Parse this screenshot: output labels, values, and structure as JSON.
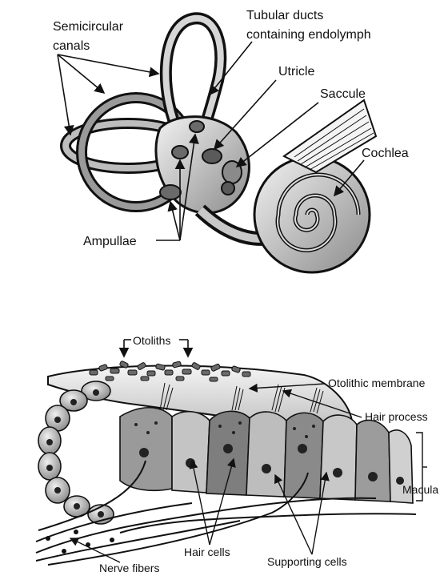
{
  "top_panel": {
    "labels": {
      "semicircular_1": "Semicircular",
      "semicircular_2": "canals",
      "ducts_1": "Tubular ducts",
      "ducts_2": "containing endolymph",
      "utricle": "Utricle",
      "saccule": "Saccule",
      "cochlea": "Cochlea",
      "ampullae": "Ampullae"
    }
  },
  "bottom_panel": {
    "labels": {
      "otoliths": "Otoliths",
      "otolithic_membrane": "Otolithic membrane",
      "hair_process": "Hair process",
      "macula": "Macula",
      "hair_cells": "Hair cells",
      "supporting_cells": "Supporting cells",
      "nerve_fibers": "Nerve fibers"
    }
  },
  "colors": {
    "ink": "#111111",
    "tissue_light": "#e6e6e6",
    "tissue_mid": "#9a9a9a",
    "tissue_dark": "#4a4a4a"
  }
}
